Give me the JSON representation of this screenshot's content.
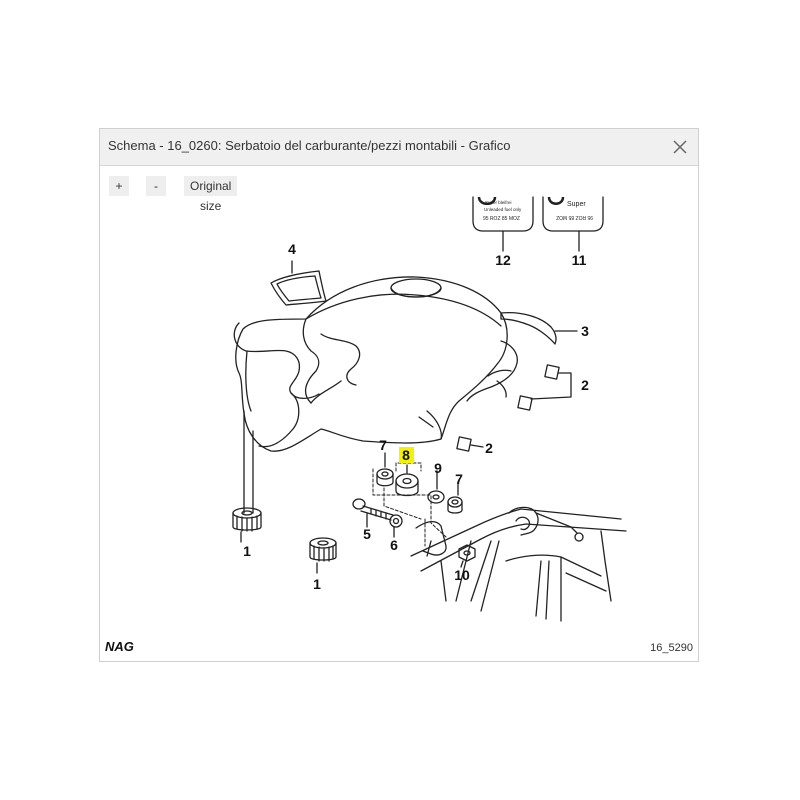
{
  "window": {
    "title": "Schema - 16_0260: Serbatoio del carburante/pezzi montabili - Grafico",
    "close_icon": "close-icon"
  },
  "toolbar": {
    "zoom_in_label": "+",
    "zoom_out_label": "-",
    "original_size_label": "Original size"
  },
  "diagram": {
    "callouts": {
      "c1a": "1",
      "c1b": "1",
      "c2a": "2",
      "c2b": "2",
      "c3": "3",
      "c4": "4",
      "c5": "5",
      "c6": "6",
      "c7a": "7",
      "c7b": "7",
      "c8": "8",
      "c9": "9",
      "c10": "10",
      "c11": "11",
      "c12": "12"
    },
    "label12": {
      "line1": "Super bleifrei",
      "line2": "Unleaded fuel only",
      "line3": "95 ROZ 85 MOZ"
    },
    "label11": {
      "line1": "Super",
      "line2": "95 ROZ 85 MOZ"
    },
    "brand_mark": "NAG",
    "drawing_number": "16_5290",
    "highlight_color": "#f3f000"
  }
}
